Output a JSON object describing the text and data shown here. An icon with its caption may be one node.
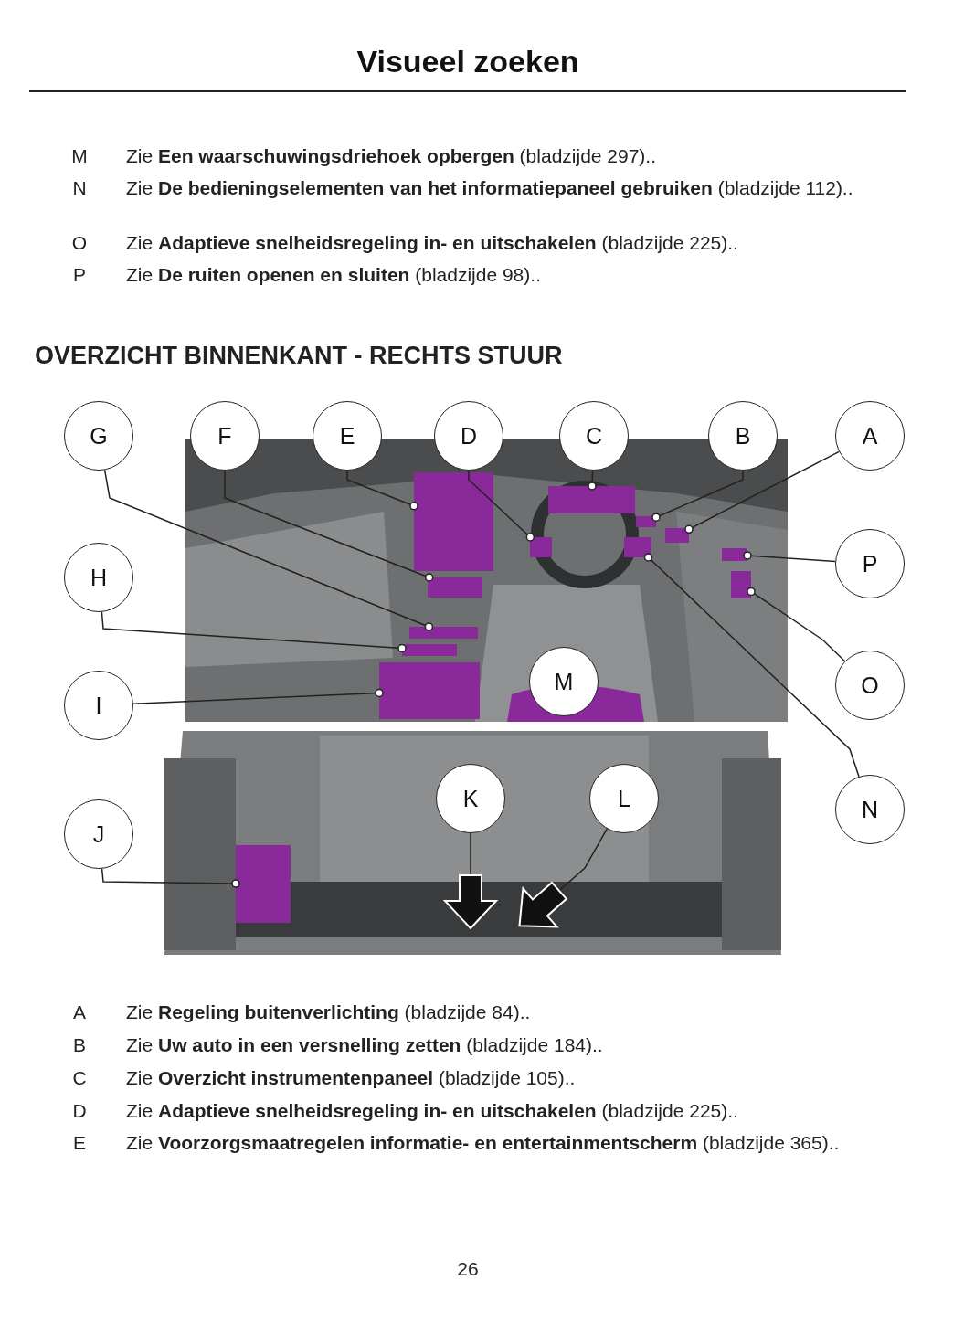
{
  "diagram": {
    "title": "Visueel zoeken",
    "nodes": [
      {
        "text": [
          "G"
        ]
      },
      {
        "text": [
          "F"
        ]
      },
      {
        "text": [
          "E"
        ]
      },
      {
        "text": [
          "D"
        ]
      },
      {
        "text": [
          "C"
        ]
      },
      {
        "text": [
          "B"
        ]
      },
      {
        "text": [
          "A"
        ]
      },
      {
        "text": [
          "H"
        ]
      },
      {
        "text": [
          "P"
        ]
      },
      {
        "text": [
          "I"
        ]
      },
      {
        "text": [
          "M"
        ]
      },
      {
        "text": [
          "O"
        ]
      },
      {
        "text": [
          "J"
        ]
      },
      {
        "text": [
          "K"
        ]
      },
      {
        "text": [
          "L"
        ]
      },
      {
        "text": [
          "N"
        ]
      },
      {
        "text": [],
        "shape": "box"
      },
      {
        "text": [],
        "shape": "box"
      },
      {
        "text": [],
        "shape": "box"
      },
      {
        "text": [],
        "shape": "box"
      },
      {
        "text": [],
        "shape": "box"
      },
      {
        "text": [],
        "shape": "box"
      },
      {
        "text": [],
        "shape": "box"
      },
      {
        "text": [],
        "shape": "box"
      },
      {
        "text": [],
        "shape": "box"
      },
      {
        "text": [],
        "shape": "box"
      },
      {
        "text": [],
        "shape": "box"
      },
      {
        "text": [],
        "shape": "box"
      },
      {
        "text": [],
        "shape": "box"
      }
    ],
    "edges": [
      {
        "from": 0,
        "to": 16,
        "arrow": "other"
      },
      {
        "from": 1,
        "to": 17,
        "arrow": "other"
      },
      {
        "from": 2,
        "to": 18,
        "arrow": "other"
      },
      {
        "from": 3,
        "to": 19,
        "arrow": "other"
      },
      {
        "from": 4,
        "to": 20,
        "arrow": "other"
      },
      {
        "from": 5,
        "to": 21,
        "arrow": "other"
      },
      {
        "from": 6,
        "to": 22,
        "arrow": "other"
      },
      {
        "from": 7,
        "to": 23,
        "arrow": "other"
      },
      {
        "from": 8,
        "to": 24,
        "arrow": "other"
      },
      {
        "from": 9,
        "to": 25,
        "arrow": "other"
      },
      {
        "from": 11,
        "to": 26,
        "arrow": "other"
      },
      {
        "from": 12,
        "to": 27,
        "arrow": "other"
      },
      {
        "from": 15,
        "to": 28,
        "arrow": "other"
      },
      {
        "from": 13,
        "to": null,
        "arrow": "to"
      },
      {
        "from": 14,
        "to": null,
        "arrow": "to"
      }
    ],
    "labels": [
      "M",
      "Zie **Een waarschuwingsdriehoek opbergen** (bladzijde 297)..",
      "N",
      "Zie **De bedieningselementen van het informatiepaneel gebruiken** (bladzijde 112)..",
      "O",
      "Zie **Adaptieve snelheidsregeling in- en uitschakelen** (bladzijde 225)..",
      "P",
      "Zie **De ruiten openen en sluiten** (bladzijde 98)..",
      "OVERZICHT BINNENKANT - RECHTS STUUR",
      "A",
      "Zie **Regeling buitenverlichting** (bladzijde 84)..",
      "B",
      "Zie **Uw auto in een versnelling zetten** (bladzijde 184)..",
      "C",
      "Zie **Overzicht instrumentenpaneel** (bladzijde 105)..",
      "D",
      "Zie **Adaptieve snelheidsregeling in- en uitschakelen** (bladzijde 225)..",
      "E",
      "Zie **Voorzorgsmaatregelen informatie- en entertainmentscherm** (bladzijde 365)..",
      "26"
    ]
  }
}
